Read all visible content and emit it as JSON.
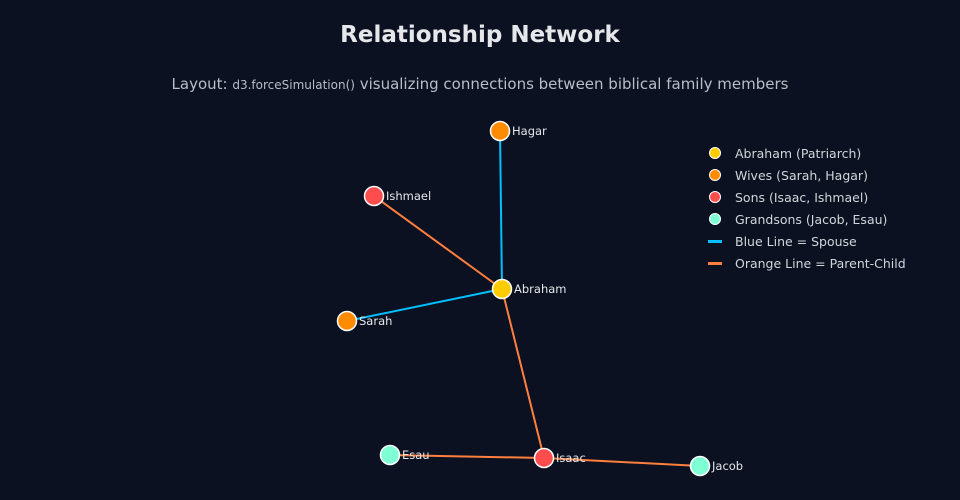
{
  "title": "Relationship Network",
  "subtitle": {
    "prefix": "Layout: ",
    "code": "d3.forceSimulation()",
    "suffix": " visualizing connections between biblical family members"
  },
  "colors": {
    "patriarch": "#ffcc00",
    "wife": "#ff8c00",
    "son": "#ff4d4d",
    "grandson": "#7fffd4",
    "spouse": "#00bfff",
    "parent_child": "#ff7f3f",
    "background": "#0b1120"
  },
  "nodes": [
    {
      "id": "Hagar",
      "group": "wife"
    },
    {
      "id": "Ishmael",
      "group": "son"
    },
    {
      "id": "Abraham",
      "group": "patriarch"
    },
    {
      "id": "Sarah",
      "group": "wife"
    },
    {
      "id": "Esau",
      "group": "grandson"
    },
    {
      "id": "Isaac",
      "group": "son"
    },
    {
      "id": "Jacob",
      "group": "grandson"
    }
  ],
  "links": [
    {
      "source": "Abraham",
      "target": "Hagar",
      "type": "spouse"
    },
    {
      "source": "Abraham",
      "target": "Sarah",
      "type": "spouse"
    },
    {
      "source": "Abraham",
      "target": "Ishmael",
      "type": "parent_child"
    },
    {
      "source": "Abraham",
      "target": "Isaac",
      "type": "parent_child"
    },
    {
      "source": "Isaac",
      "target": "Esau",
      "type": "parent_child"
    },
    {
      "source": "Isaac",
      "target": "Jacob",
      "type": "parent_child"
    }
  ],
  "legend": [
    {
      "label": "Abraham (Patriarch)",
      "kind": "dot",
      "group": "patriarch"
    },
    {
      "label": "Wives (Sarah, Hagar)",
      "kind": "dot",
      "group": "wife"
    },
    {
      "label": "Sons (Isaac, Ishmael)",
      "kind": "dot",
      "group": "son"
    },
    {
      "label": "Grandsons (Jacob, Esau)",
      "kind": "dot",
      "group": "grandson"
    },
    {
      "label": "Blue Line = Spouse",
      "kind": "line",
      "group": "spouse"
    },
    {
      "label": "Orange Line = Parent-Child",
      "kind": "line",
      "group": "parent_child"
    }
  ]
}
